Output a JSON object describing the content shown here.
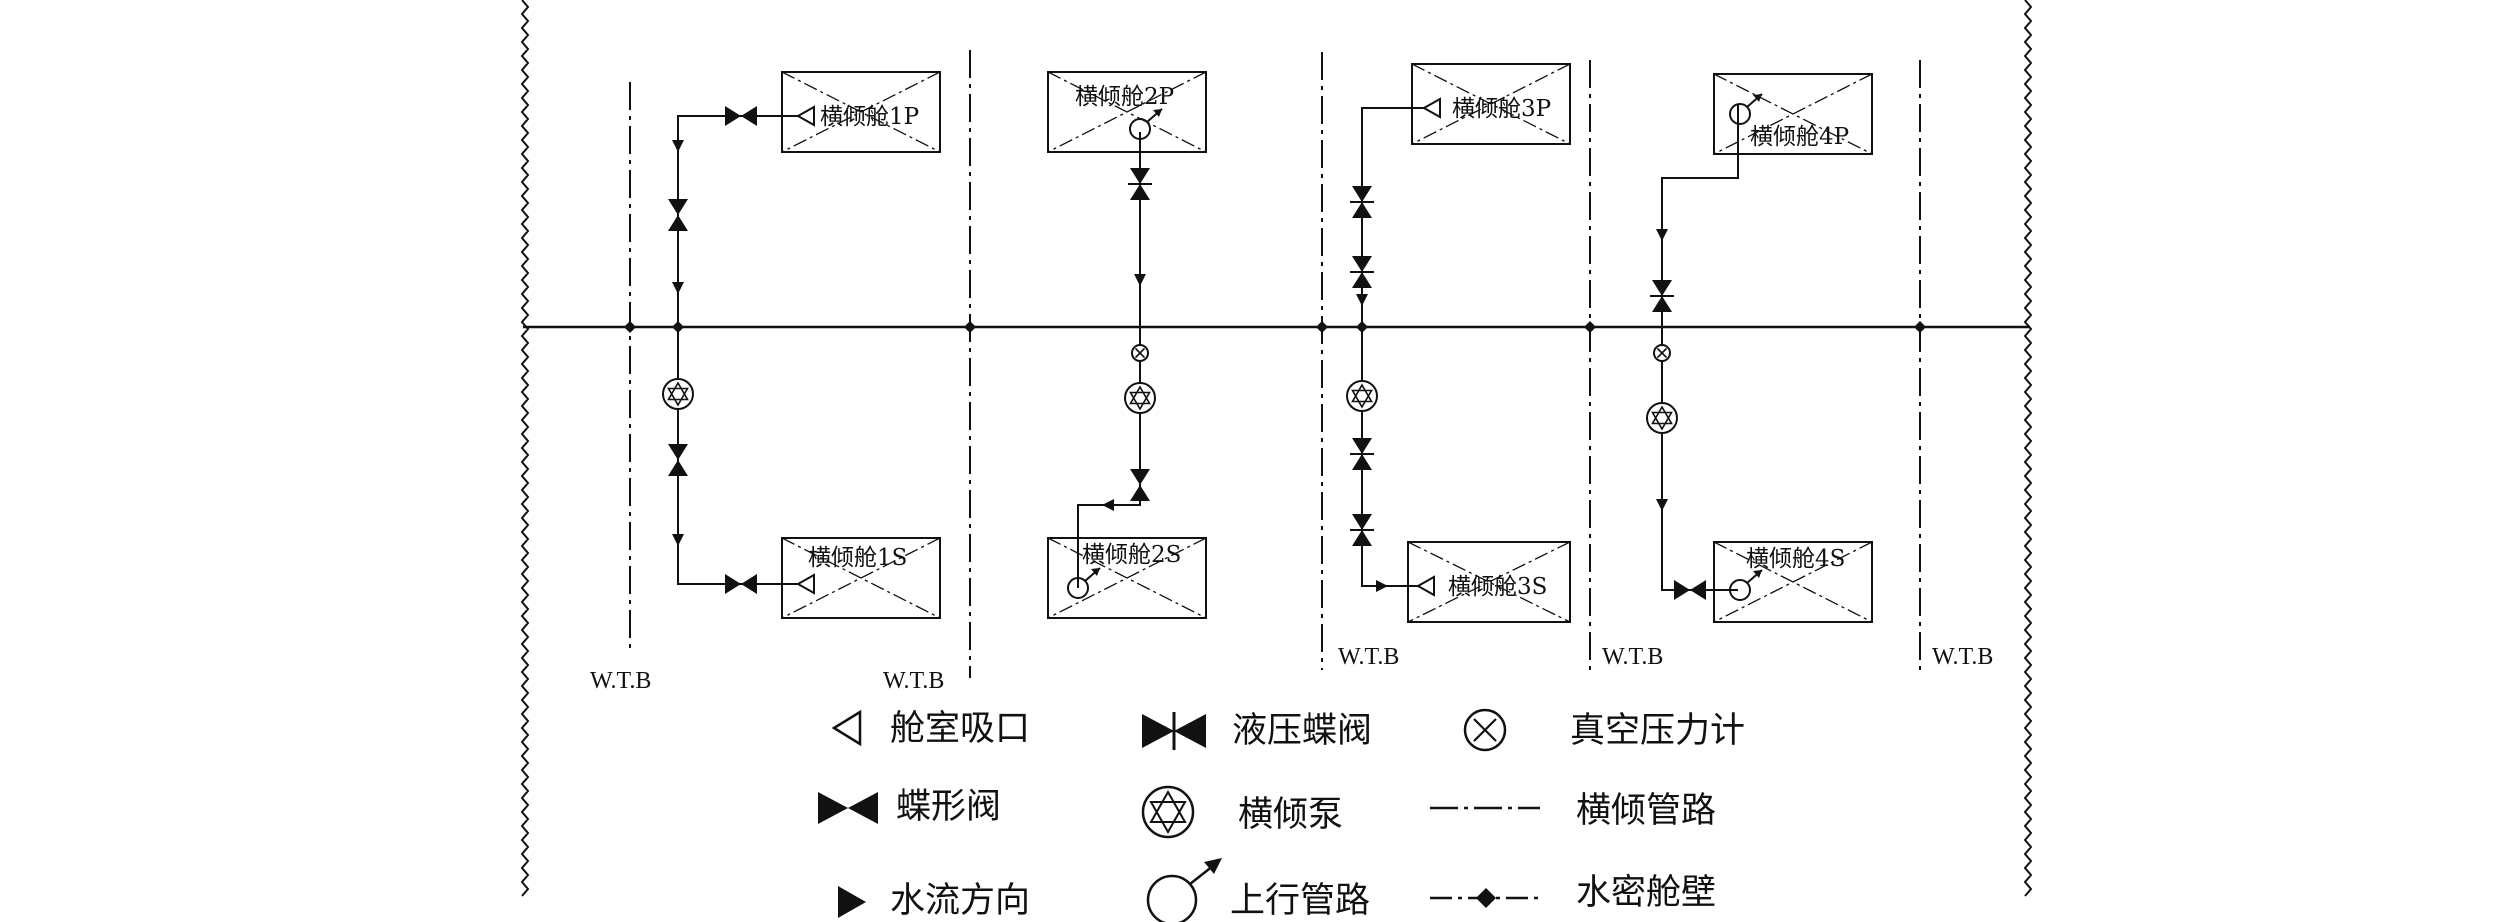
{
  "tanks": {
    "t1p": "横倾舱1P",
    "t2p": "横倾舱2P",
    "t3p": "横倾舱3P",
    "t4p": "横倾舱4P",
    "t1s": "横倾舱1S",
    "t2s": "横倾舱2S",
    "t3s": "横倾舱3S",
    "t4s": "横倾舱4S"
  },
  "bulkheads": {
    "b1": "W.T.B",
    "b2": "W.T.B",
    "b3": "W.T.B",
    "b4": "W.T.B",
    "b5": "W.T.B"
  },
  "legend": {
    "suction": "舱室吸口",
    "hydraulic_valve": "液压蝶阀",
    "vacuum_gauge": "真空压力计",
    "butterfly_valve": "蝶形阀",
    "heel_pump": "横倾泵",
    "heel_pipe": "横倾管路",
    "flow_direction": "水流方向",
    "up_pipe": "上行管路",
    "watertight_bulkhead": "水密舱壁"
  },
  "colors": {
    "line": "#111111",
    "background": "#ffffff"
  }
}
